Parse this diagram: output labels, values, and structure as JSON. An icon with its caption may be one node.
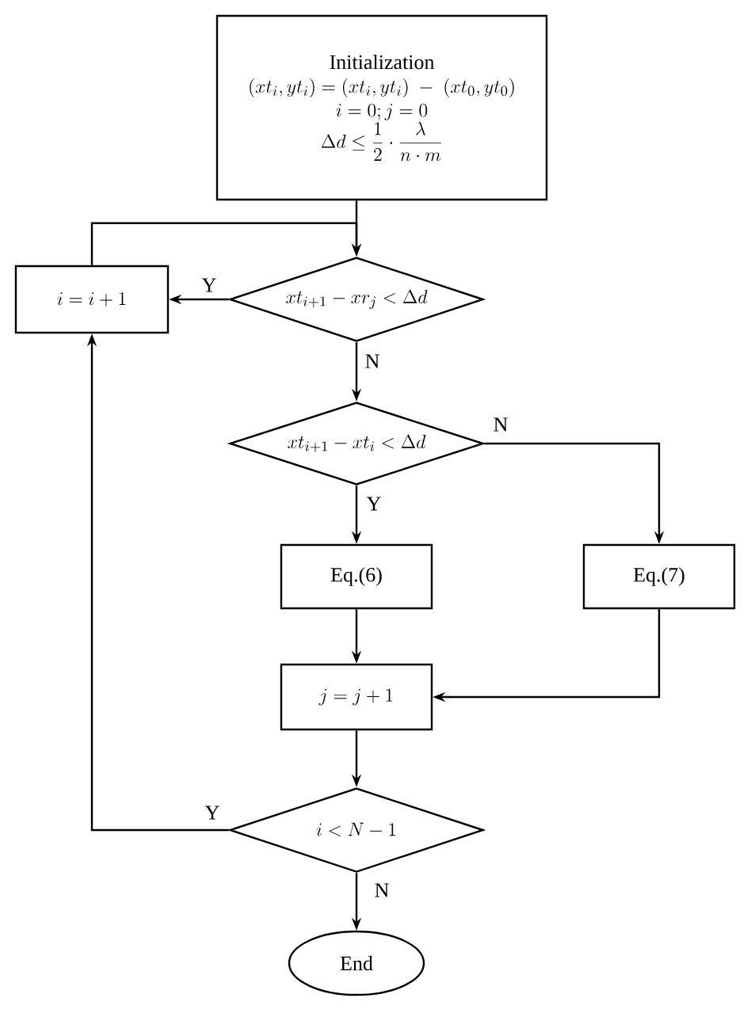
{
  "diagram": {
    "nodes": [
      {
        "text": [
          "Initialization",
          "(xt_i, yt_i) = (xt_i, yt_i)\\ -\\ (xt_0, yt_0)",
          "i = 0; j = 0",
          "\\Delta d \\le \\frac{1}{2}\\cdot\\frac{\\lambda}{n\\cdot m}"
        ]
      },
      {
        "text": [
          "i = i + 1"
        ]
      },
      {
        "text": [
          "xt_{i+1} - xr_j < \\Delta d"
        ]
      },
      {
        "text": [
          "xt_{i+1} - xt_i < \\Delta d"
        ]
      },
      {
        "text": [
          "Eq.(6)"
        ]
      },
      {
        "text": [
          "Eq.(7)"
        ]
      },
      {
        "text": [
          "j = j + 1"
        ]
      },
      {
        "text": [
          "i < N - 1"
        ]
      },
      {
        "text": [
          "End"
        ]
      }
    ],
    "edges": [
      {
        "from": 0,
        "to": 2,
        "arrow": "to"
      },
      {
        "from": 2,
        "to": 1,
        "arrow": "to",
        "label": "Y"
      },
      {
        "from": 1,
        "to": 2,
        "arrow": "to"
      },
      {
        "from": 2,
        "to": 3,
        "arrow": "to",
        "label": "N"
      },
      {
        "from": 3,
        "to": 4,
        "arrow": "to",
        "label": "Y"
      },
      {
        "from": 3,
        "to": 5,
        "arrow": "to",
        "label": "N"
      },
      {
        "from": 4,
        "to": 6,
        "arrow": "to"
      },
      {
        "from": 5,
        "to": 6,
        "arrow": "to"
      },
      {
        "from": 6,
        "to": 7,
        "arrow": "to"
      },
      {
        "from": 7,
        "to": 1,
        "arrow": "to",
        "label": "Y"
      },
      {
        "from": 7,
        "to": 8,
        "arrow": "to",
        "label": "N"
      }
    ]
  }
}
